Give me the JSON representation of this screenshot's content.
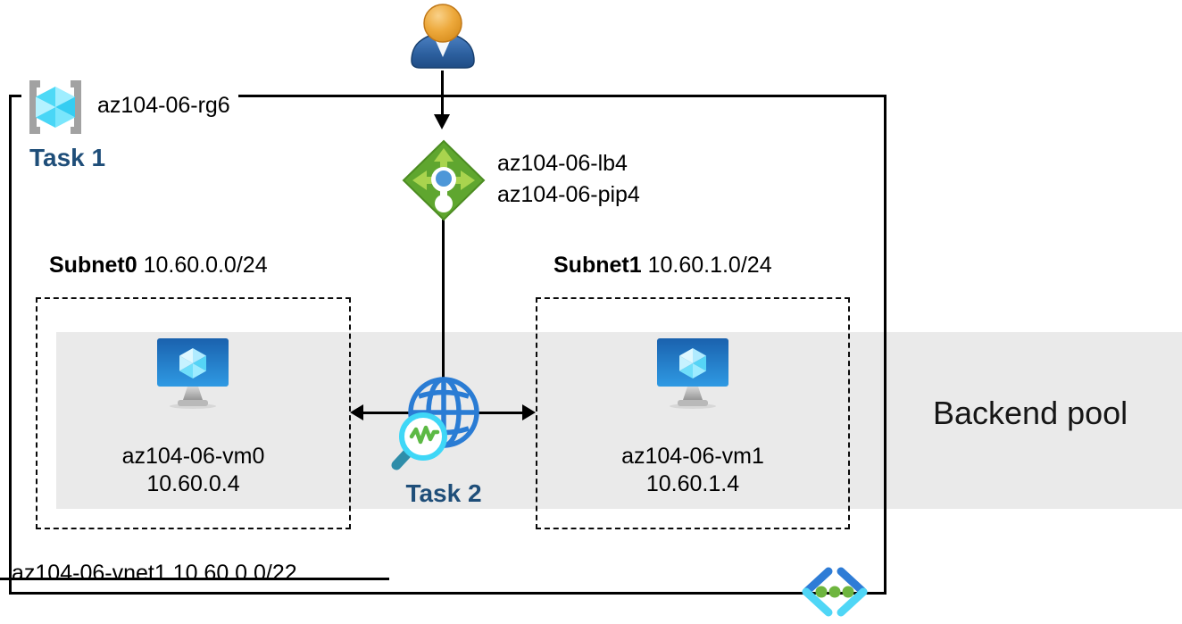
{
  "resource_group": {
    "name": "az104-06-rg6",
    "task_label": "Task 1"
  },
  "load_balancer": {
    "name": "az104-06-lb4",
    "public_ip": "az104-06-pip4"
  },
  "subnets": [
    {
      "name": "Subnet0",
      "cidr": "10.60.0.0/24",
      "vm": {
        "name": "az104-06-vm0",
        "ip": "10.60.0.4"
      }
    },
    {
      "name": "Subnet1",
      "cidr": "10.60.1.0/24",
      "vm": {
        "name": "az104-06-vm1",
        "ip": "10.60.1.4"
      }
    }
  ],
  "monitor": {
    "task_label": "Task 2"
  },
  "backend_pool_label": "Backend pool",
  "vnet_label": "az104-06-vnet1 10.60.0.0/22",
  "icons": {
    "user": "user-icon",
    "resource_group": "resource-group-icon",
    "load_balancer": "load-balancer-icon",
    "virtual_machine": "virtual-machine-icon",
    "network_watcher": "network-watcher-icon",
    "code_brackets": "code-brackets-icon"
  },
  "colors": {
    "task_text": "#1f4e79",
    "backend_band": "#eaeaea",
    "lb_green": "#5fa62f",
    "lb_arrow_green": "#a9d44e",
    "globe_blue": "#2a7cd4",
    "vm_blue": "#1f6fc0",
    "cube_cyan": "#50d9f6",
    "magnifier_cyan": "#3fd7f7",
    "pulse_green": "#5cb944",
    "handle_teal": "#2f8da9"
  }
}
